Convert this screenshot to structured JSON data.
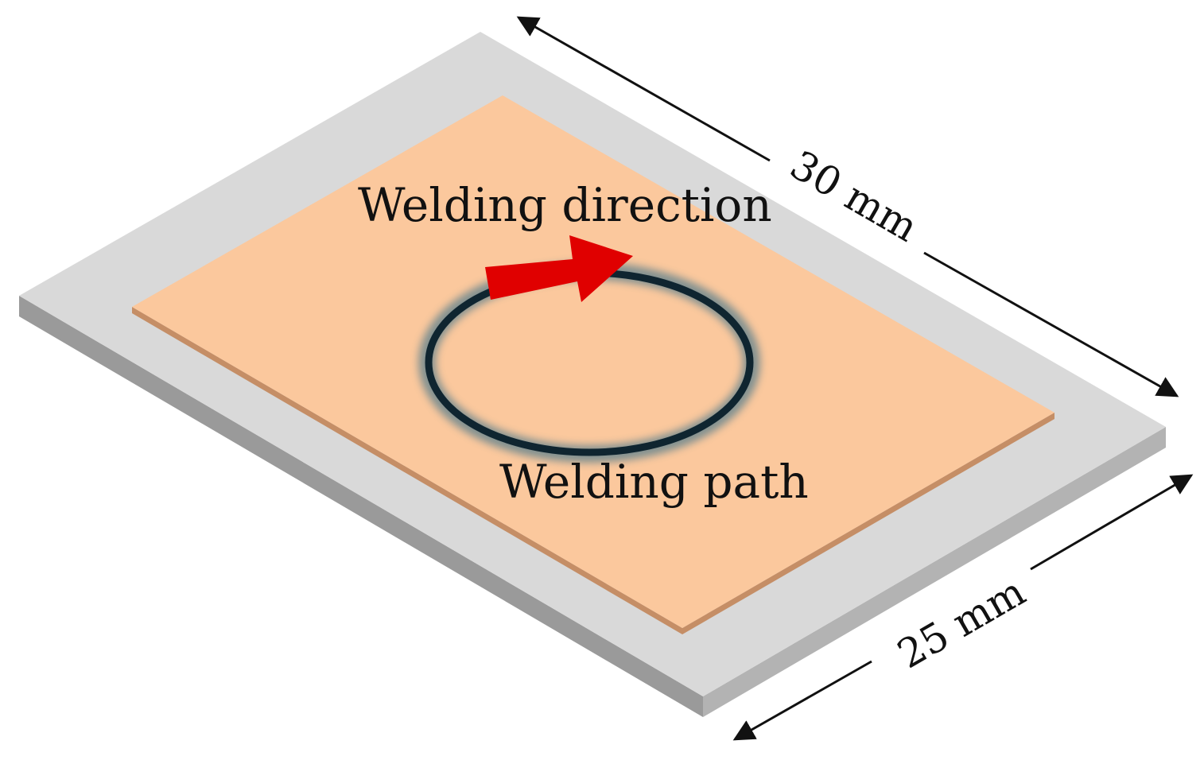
{
  "labels": {
    "welding_direction": "Welding direction",
    "welding_path": "Welding path"
  },
  "dimensions": {
    "length": "30 mm",
    "width": "25 mm"
  },
  "colors": {
    "base_plate_top": "#d9d9d9",
    "base_plate_side_left": "#9a9a9a",
    "base_plate_side_right": "#b3b3b3",
    "top_sheet": "#fbc89d",
    "top_sheet_edge": "#c58e66",
    "weld_path": "#0f2530",
    "weld_glow": "#5a7f8c",
    "direction_arrow": "#e00000",
    "dimension_line": "#111111"
  }
}
